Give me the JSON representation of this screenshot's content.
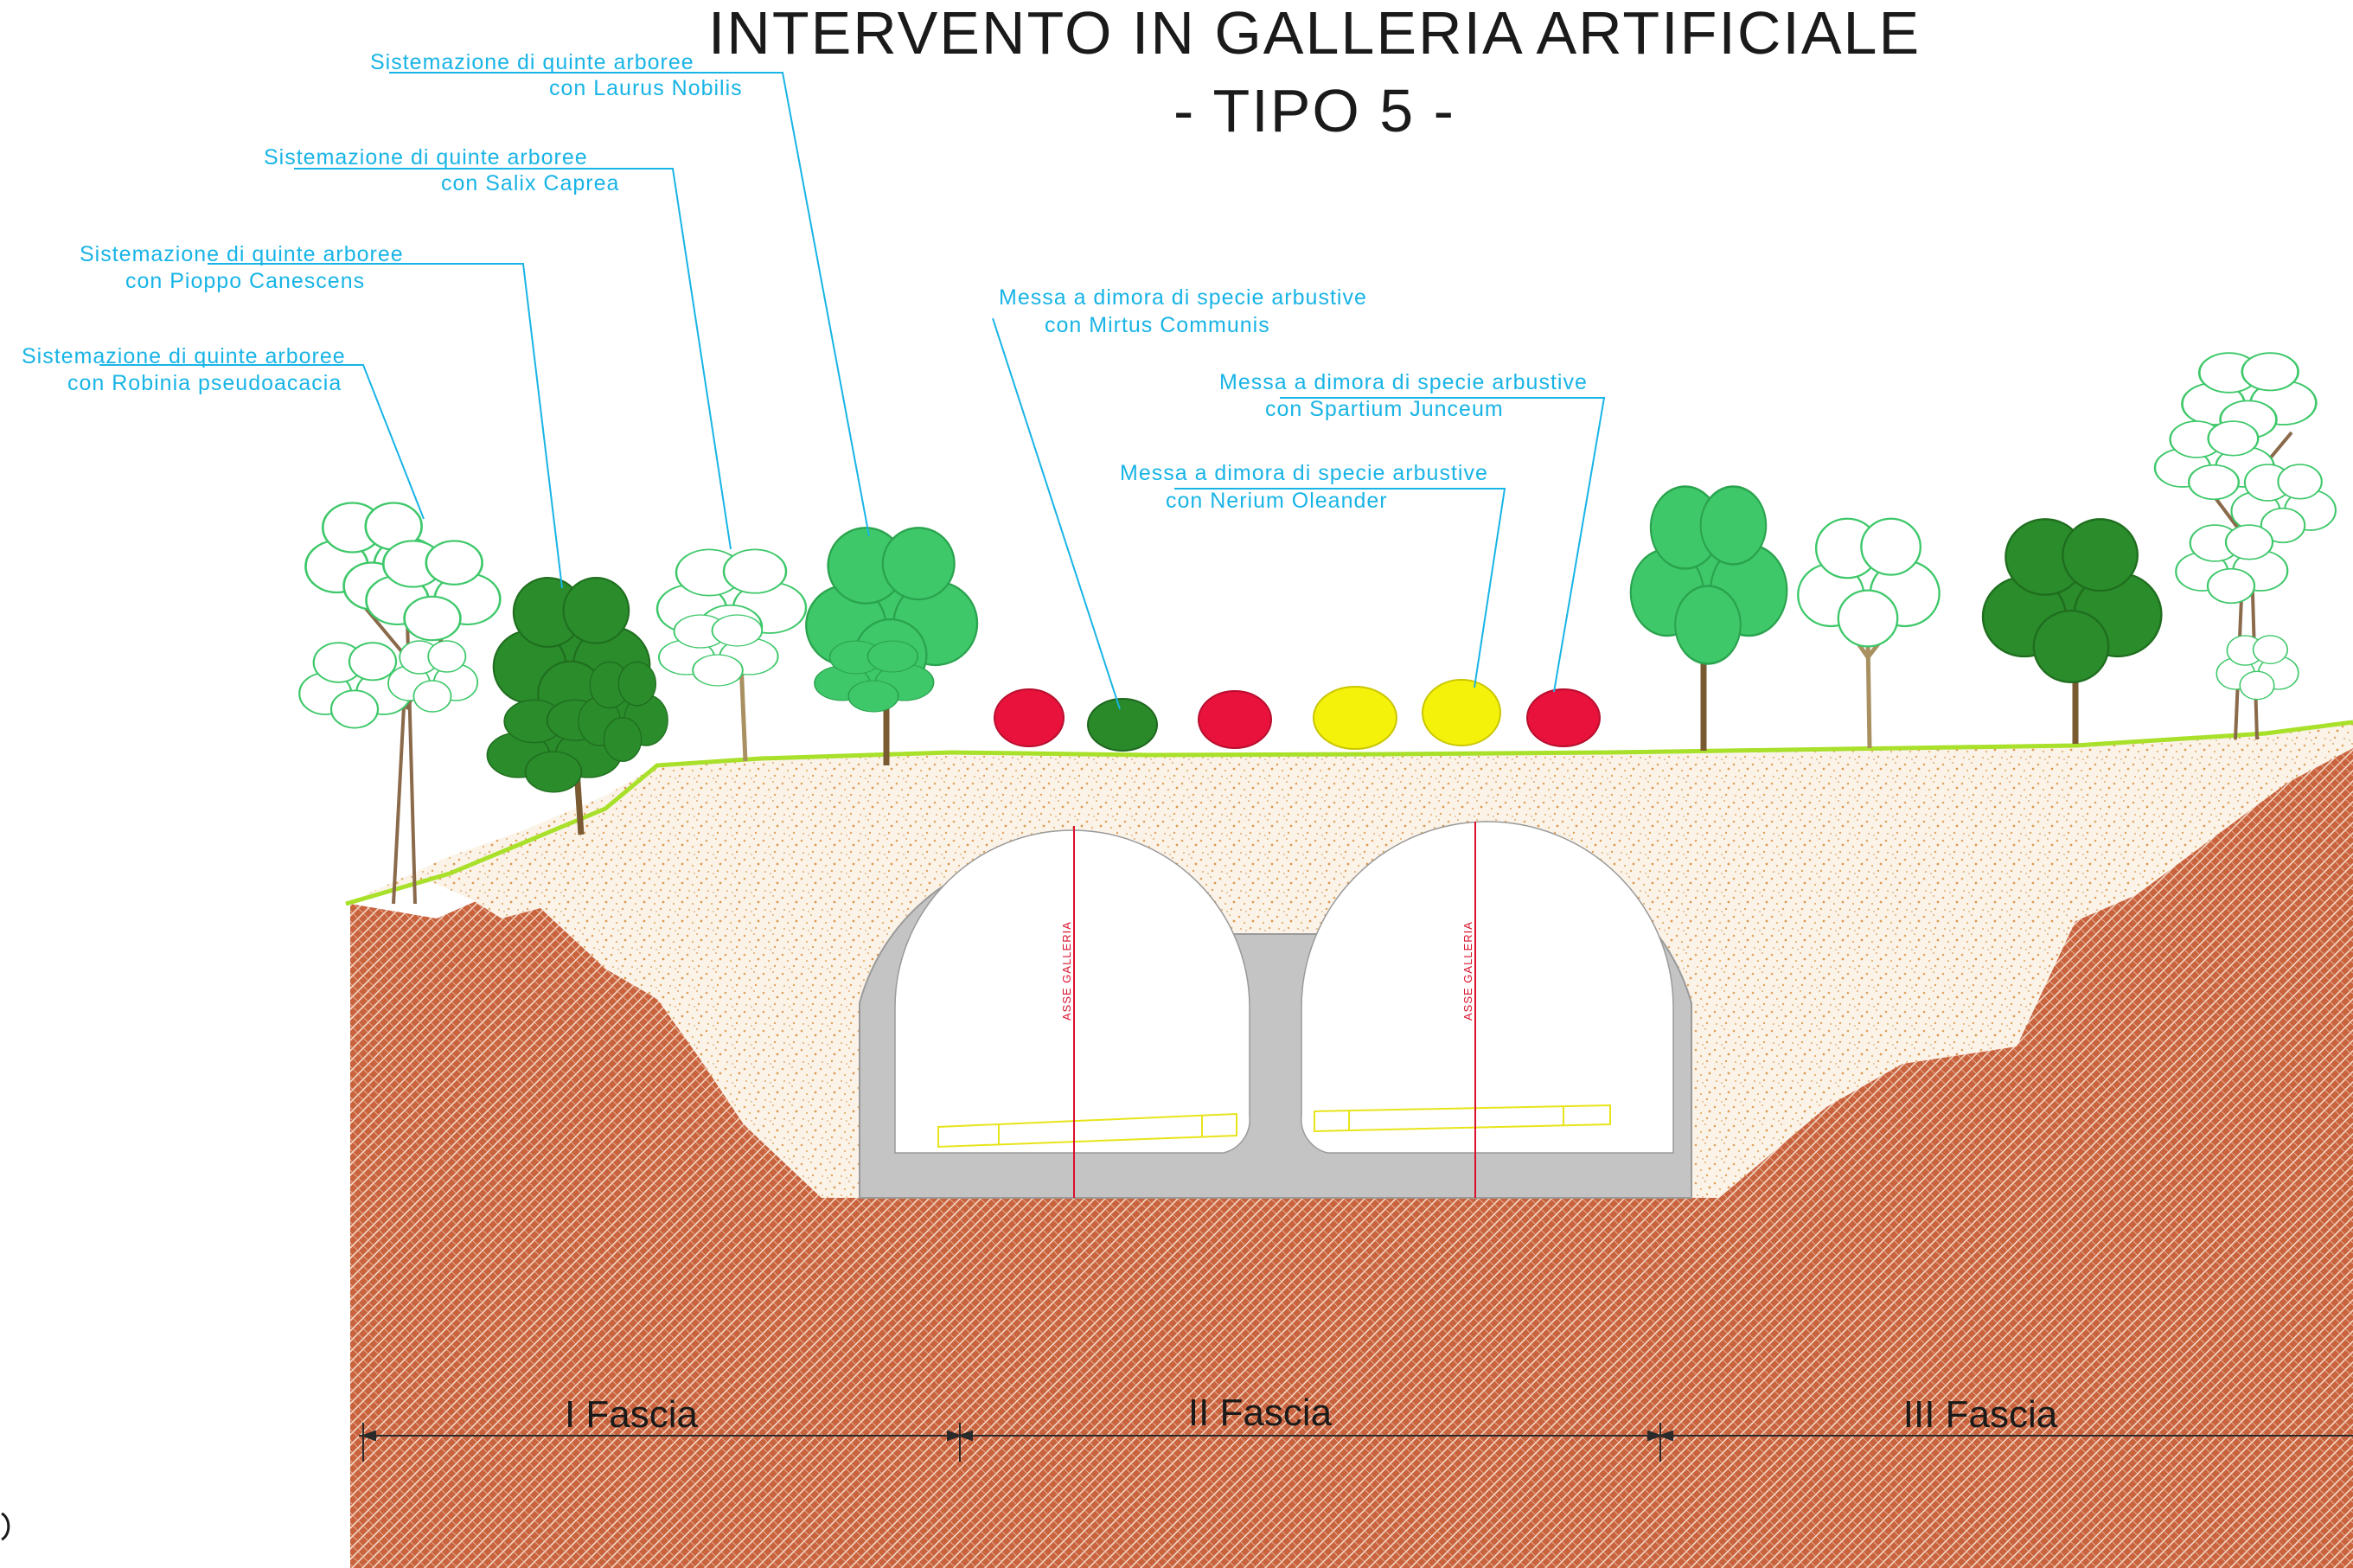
{
  "title": {
    "line1": "INTERVENTO IN GALLERIA  ARTIFICIALE",
    "line2": "- TIPO 5 -"
  },
  "labels": {
    "laurus": {
      "line1": "Sistemazione di quinte arboree",
      "line2": "con Laurus Nobilis"
    },
    "salix": {
      "line1": "Sistemazione di quinte arboree",
      "line2": "con Salix Caprea"
    },
    "pioppo": {
      "line1": "Sistemazione di quinte arboree",
      "line2": "con Pioppo Canescens"
    },
    "robinia": {
      "line1": "Sistemazione di quinte arboree",
      "line2": "con Robinia pseudoacacia"
    },
    "mirtus": {
      "line1": "Messa a dimora di specie arbustive",
      "line2": "con Mirtus Communis"
    },
    "spartium": {
      "line1": "Messa a dimora di specie arbustive",
      "line2": "con Spartium Junceum"
    },
    "nerium": {
      "line1": "Messa a dimora di specie arbustive",
      "line2": "con Nerium Oleander"
    }
  },
  "tunnel": {
    "axis_label_left": "ASSE GALLERIA",
    "axis_label_right": "ASSE GALLERIA"
  },
  "fasce": {
    "first": "I Fascia",
    "second": "II Fascia",
    "third": "III Fascia"
  },
  "colors": {
    "soil": "#c9633e",
    "soil_hatch": "#f3d9c8",
    "fill_gravel": "#fbf3e8",
    "gravel_dots": "#e0a25c",
    "concrete": "#c4c4c4",
    "grass_line": "#a8e02a",
    "label_blue": "#18b4e6",
    "axis_red": "#d8102c",
    "shrub_red": "#e8123c",
    "shrub_yellow": "#f4f20a",
    "shrub_green": "#2a8a2a",
    "tree_dark_green": "#2a8c2a",
    "tree_light_green": "#3ec86a"
  }
}
